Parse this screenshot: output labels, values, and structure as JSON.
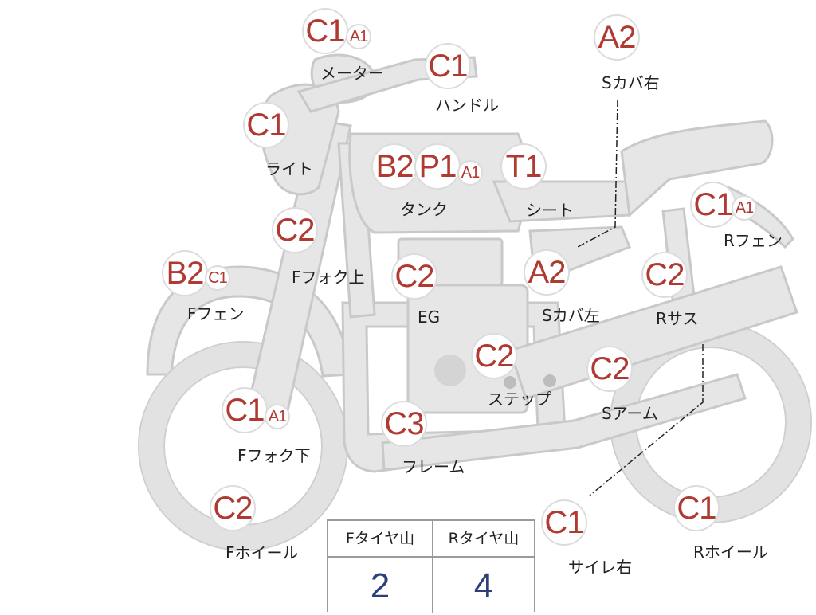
{
  "badges": [
    {
      "id": "meter-c1",
      "text": "C1",
      "size": "big"
    },
    {
      "id": "meter-a1",
      "text": "A1",
      "size": "small"
    },
    {
      "id": "handle-c1",
      "text": "C1",
      "size": "big"
    },
    {
      "id": "scover-right-a2",
      "text": "A2",
      "size": "big"
    },
    {
      "id": "light-c1",
      "text": "C1",
      "size": "big"
    },
    {
      "id": "tank-b2",
      "text": "B2",
      "size": "big"
    },
    {
      "id": "tank-p1",
      "text": "P1",
      "size": "big"
    },
    {
      "id": "tank-a1",
      "text": "A1",
      "size": "small"
    },
    {
      "id": "seat-t1",
      "text": "T1",
      "size": "big"
    },
    {
      "id": "rfender-c1",
      "text": "C1",
      "size": "big"
    },
    {
      "id": "rfender-a1",
      "text": "A1",
      "size": "small"
    },
    {
      "id": "ffork-upper-c2",
      "text": "C2",
      "size": "big"
    },
    {
      "id": "ffender-b2",
      "text": "B2",
      "size": "big"
    },
    {
      "id": "ffender-c1",
      "text": "C1",
      "size": "small"
    },
    {
      "id": "eg-c2",
      "text": "C2",
      "size": "big"
    },
    {
      "id": "scover-left-a2",
      "text": "A2",
      "size": "big"
    },
    {
      "id": "rsus-c2",
      "text": "C2",
      "size": "big"
    },
    {
      "id": "step-c2",
      "text": "C2",
      "size": "big"
    },
    {
      "id": "sarm-c2",
      "text": "C2",
      "size": "big"
    },
    {
      "id": "ffork-lower-c1",
      "text": "C1",
      "size": "big"
    },
    {
      "id": "ffork-lower-a1",
      "text": "A1",
      "size": "small"
    },
    {
      "id": "frame-c3",
      "text": "C3",
      "size": "big"
    },
    {
      "id": "fwheel-c2",
      "text": "C2",
      "size": "big"
    },
    {
      "id": "muffler-right-c1",
      "text": "C1",
      "size": "big"
    },
    {
      "id": "rwheel-c1",
      "text": "C1",
      "size": "big"
    }
  ],
  "labels": {
    "meter": "メーター",
    "handle": "ハンドル",
    "scover_right": "Sカバ右",
    "light": "ライト",
    "tank": "タンク",
    "seat": "シート",
    "rfender": "Rフェン",
    "ffork_upper": "Fフォク上",
    "ffender": "Fフェン",
    "eg": "EG",
    "scover_left": "Sカバ左",
    "rsus": "Rサス",
    "step": "ステップ",
    "sarm": "Sアーム",
    "ffork_lower": "Fフォク下",
    "frame": "フレーム",
    "fwheel": "Fホイール",
    "muffler_right": "サイレ右",
    "rwheel": "Rホイール"
  },
  "tire_table": {
    "front_header": "Fタイヤ山",
    "rear_header": "Rタイヤ山",
    "front_value": "2",
    "rear_value": "4"
  },
  "colors": {
    "grade_text": "#b03a32",
    "table_value": "#2c3f7a",
    "part_fill": "#e6e6e6"
  }
}
